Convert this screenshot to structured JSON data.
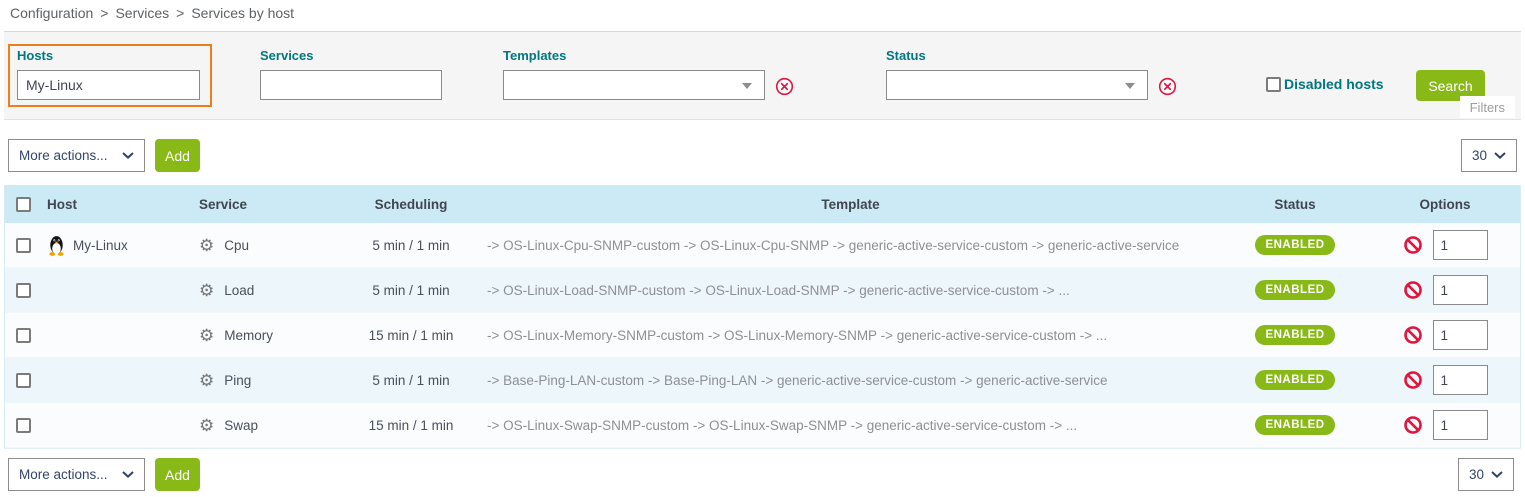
{
  "breadcrumb": {
    "separator": ">",
    "items": [
      "Configuration",
      "Services",
      "Services by host"
    ]
  },
  "filters": {
    "hosts": {
      "label": "Hosts",
      "value": "My-Linux"
    },
    "services": {
      "label": "Services",
      "value": ""
    },
    "templates": {
      "label": "Templates",
      "value": ""
    },
    "status": {
      "label": "Status",
      "value": ""
    },
    "disabled_hosts_label": "Disabled hosts",
    "search_label": "Search",
    "filters_caption": "Filters"
  },
  "toolbar": {
    "more_actions_label": "More actions...",
    "add_label": "Add",
    "page_size": "30"
  },
  "table": {
    "columns": [
      "Host",
      "Service",
      "Scheduling",
      "Template",
      "Status",
      "Options"
    ],
    "rows": [
      {
        "host": "My-Linux",
        "service": "Cpu",
        "scheduling": "5 min / 1 min",
        "template": "-> OS-Linux-Cpu-SNMP-custom -> OS-Linux-Cpu-SNMP -> generic-active-service-custom -> generic-active-service",
        "status": "ENABLED",
        "options_value": "1"
      },
      {
        "host": "",
        "service": "Load",
        "scheduling": "5 min / 1 min",
        "template": "-> OS-Linux-Load-SNMP-custom -> OS-Linux-Load-SNMP -> generic-active-service-custom -> ...",
        "status": "ENABLED",
        "options_value": "1"
      },
      {
        "host": "",
        "service": "Memory",
        "scheduling": "15 min / 1 min",
        "template": "-> OS-Linux-Memory-SNMP-custom -> OS-Linux-Memory-SNMP -> generic-active-service-custom -> ...",
        "status": "ENABLED",
        "options_value": "1"
      },
      {
        "host": "",
        "service": "Ping",
        "scheduling": "5 min / 1 min",
        "template": "-> Base-Ping-LAN-custom -> Base-Ping-LAN -> generic-active-service-custom -> generic-active-service",
        "status": "ENABLED",
        "options_value": "1"
      },
      {
        "host": "",
        "service": "Swap",
        "scheduling": "15 min / 1 min",
        "template": "-> OS-Linux-Swap-SNMP-custom -> OS-Linux-Swap-SNMP -> generic-active-service-custom -> ...",
        "status": "ENABLED",
        "options_value": "1"
      }
    ]
  },
  "icons": {
    "host_icon": "linux-tux",
    "service_icon": "gear",
    "options_icon": "prohibition-sign",
    "clear_icon": "circled-x"
  },
  "colors": {
    "teal_label": "#00787f",
    "green_accent": "#88b917",
    "orange_highlight": "#e8811c",
    "red_icon": "#e2133c",
    "header_blue": "#cce9f6",
    "alt_row_blue": "#ecf6fb"
  }
}
